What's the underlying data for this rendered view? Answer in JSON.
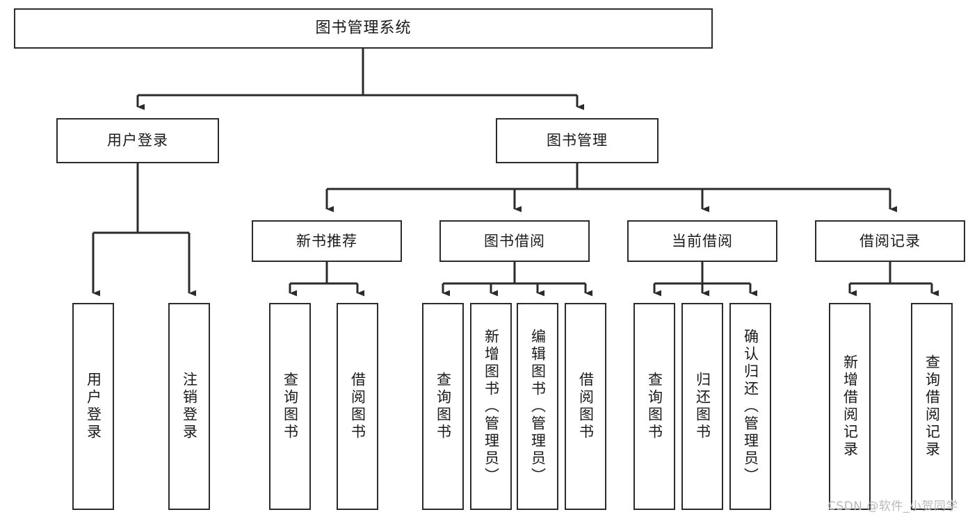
{
  "diagram": {
    "title": "图书管理系统",
    "type": "功能结构图",
    "watermark": "CSDN @软件_小贺同学",
    "colors": {
      "stroke": "#2b2b2b",
      "fill": "#ffffff",
      "text": "#1a1a1a",
      "watermark": "#b9b9b9"
    },
    "levels": {
      "root": {
        "label": "图书管理系统"
      },
      "level2": [
        {
          "id": "user-login",
          "label": "用户登录"
        },
        {
          "id": "book-management",
          "label": "图书管理"
        }
      ],
      "level3": [
        {
          "id": "new-book-recommend",
          "label": "新书推荐",
          "parent": "book-management"
        },
        {
          "id": "book-borrow",
          "label": "图书借阅",
          "parent": "book-management"
        },
        {
          "id": "current-borrow",
          "label": "当前借阅",
          "parent": "book-management"
        },
        {
          "id": "borrow-record",
          "label": "借阅记录",
          "parent": "book-management"
        }
      ],
      "leaves": [
        {
          "id": "leaf-user-login",
          "label": "用户登录",
          "parent": "user-login"
        },
        {
          "id": "leaf-logout-login",
          "label": "注销登录",
          "parent": "user-login"
        },
        {
          "id": "leaf-query-book-1",
          "label": "查询图书",
          "parent": "new-book-recommend"
        },
        {
          "id": "leaf-borrow-book-1",
          "label": "借阅图书",
          "parent": "new-book-recommend"
        },
        {
          "id": "leaf-query-book-2",
          "label": "查询图书",
          "parent": "book-borrow"
        },
        {
          "id": "leaf-add-book",
          "label": "新增图书（管理员）",
          "parent": "book-borrow"
        },
        {
          "id": "leaf-edit-book",
          "label": "编辑图书（管理员）",
          "parent": "book-borrow"
        },
        {
          "id": "leaf-borrow-book-2",
          "label": "借阅图书",
          "parent": "book-borrow"
        },
        {
          "id": "leaf-query-book-3",
          "label": "查询图书",
          "parent": "current-borrow"
        },
        {
          "id": "leaf-return-book",
          "label": "归还图书",
          "parent": "current-borrow"
        },
        {
          "id": "leaf-confirm-return",
          "label": "确认归还（管理员）",
          "parent": "current-borrow"
        },
        {
          "id": "leaf-add-record",
          "label": "新增借阅记录",
          "parent": "borrow-record"
        },
        {
          "id": "leaf-query-record",
          "label": "查询借阅记录",
          "parent": "borrow-record"
        }
      ]
    }
  }
}
